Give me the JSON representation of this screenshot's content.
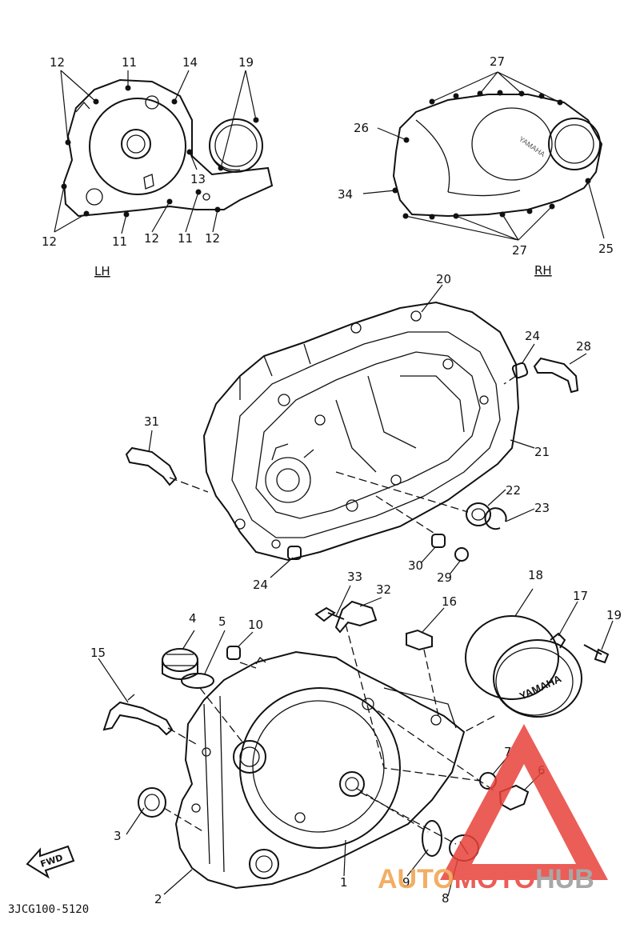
{
  "labels": {
    "lh_12a": "12",
    "lh_11a": "11",
    "lh_14": "14",
    "lh_19": "19",
    "lh_13": "13",
    "lh_12b": "12",
    "lh_11b": "11",
    "lh_12c": "12",
    "lh_11c": "11",
    "lh_12d": "12",
    "rh_27a": "27",
    "rh_26": "26",
    "rh_34": "34",
    "rh_27b": "27",
    "rh_25": "25",
    "side_lh": "LH",
    "side_rh": "RH",
    "p20": "20",
    "p24a": "24",
    "p28": "28",
    "p31": "31",
    "p21": "21",
    "p22": "22",
    "p23": "23",
    "p30": "30",
    "p29": "29",
    "p24b": "24",
    "p33": "33",
    "p32": "32",
    "p16": "16",
    "p18": "18",
    "p17": "17",
    "p19": "19",
    "p4": "4",
    "p5": "5",
    "p10": "10",
    "p15": "15",
    "p7": "7",
    "p6": "6",
    "p3": "3",
    "p1": "1",
    "p9": "9",
    "p8": "8",
    "p2": "2"
  },
  "direction_arrow": "FWD",
  "cover_logo": "YAMAHA",
  "diagram_code": "3JCG100-5120",
  "watermark": {
    "part1": "AUTO",
    "part2": "MOTO",
    "part3": "HUB",
    "color_orange": "#f0a04a",
    "color_red": "#e8413a",
    "color_gray": "#9a9a9a"
  }
}
